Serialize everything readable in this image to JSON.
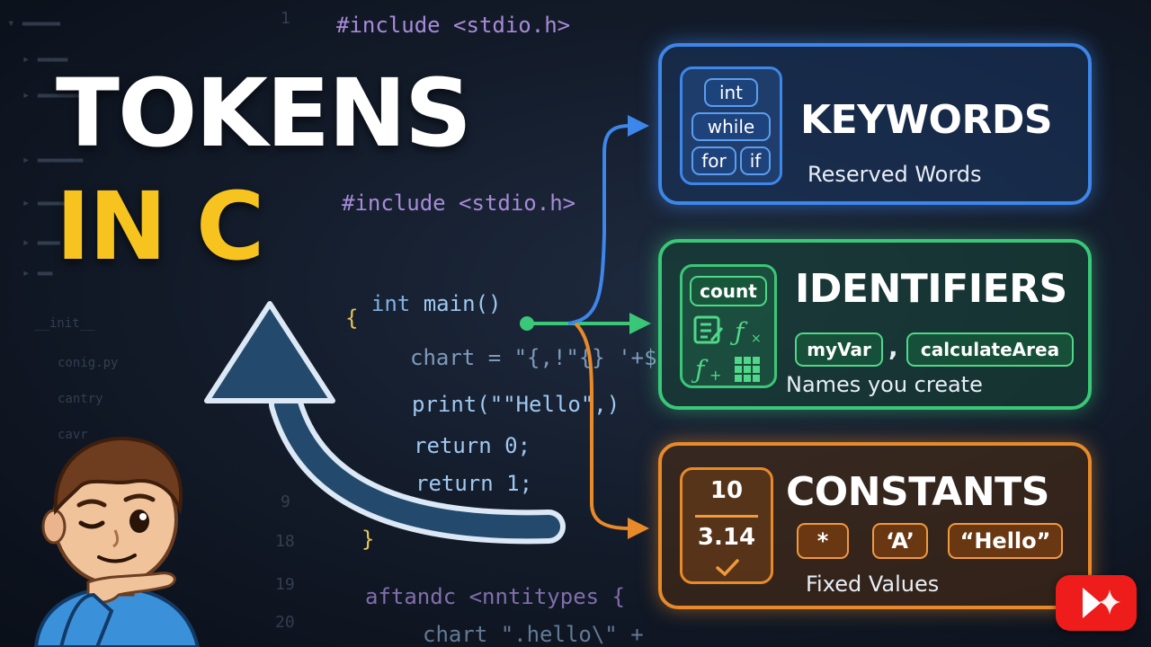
{
  "title": {
    "line1": "TOKENS",
    "line2": "IN C"
  },
  "code": {
    "include_top": "#include <stdio.h>",
    "include_mid": "#include <stdio.h>",
    "main_kw": "int",
    "main_fn": "main()",
    "open_brace": "{",
    "chart_line": "chart = \"{,!\"{} '+$",
    "print_line": "print(\"\"Hello\",)",
    "return0": "return 0;",
    "return1": "return 1;",
    "close_brace": "}",
    "bottom1": "aftandc <nntitypes {",
    "bottom2": "chart \".hello\\\" +"
  },
  "sidebar_files": [
    "__init__",
    "conig.py",
    "cantry",
    "cavr"
  ],
  "line_numbers": [
    "1",
    "9",
    "18",
    "19",
    "20"
  ],
  "keywords": {
    "title": "KEYWORDS",
    "subtitle": "Reserved Words",
    "chips": [
      "int",
      "while",
      "for",
      "if"
    ]
  },
  "identifiers": {
    "title": "IDENTIFIERS",
    "subtitle": "Names you create",
    "icon_chip": "count",
    "examples": [
      "myVar",
      "calculateArea"
    ],
    "separator": ","
  },
  "constants": {
    "title": "CONSTANTS",
    "subtitle": "Fixed Values",
    "fraction_top": "10",
    "fraction_bottom": "3.14",
    "examples": [
      "*",
      "‘A’",
      "“Hello”"
    ]
  },
  "colors": {
    "title_yellow": "#f7c41f",
    "keywords_blue": "#3d86ea",
    "identifiers_green": "#3ac777",
    "constants_orange": "#e98a2a",
    "youtube_red": "#ef1c1c"
  },
  "icons": [
    "function-icon",
    "edit-icon",
    "table-icon",
    "checkmark-icon",
    "sparkle-icon",
    "youtube-logo-icon",
    "mascot-character"
  ]
}
